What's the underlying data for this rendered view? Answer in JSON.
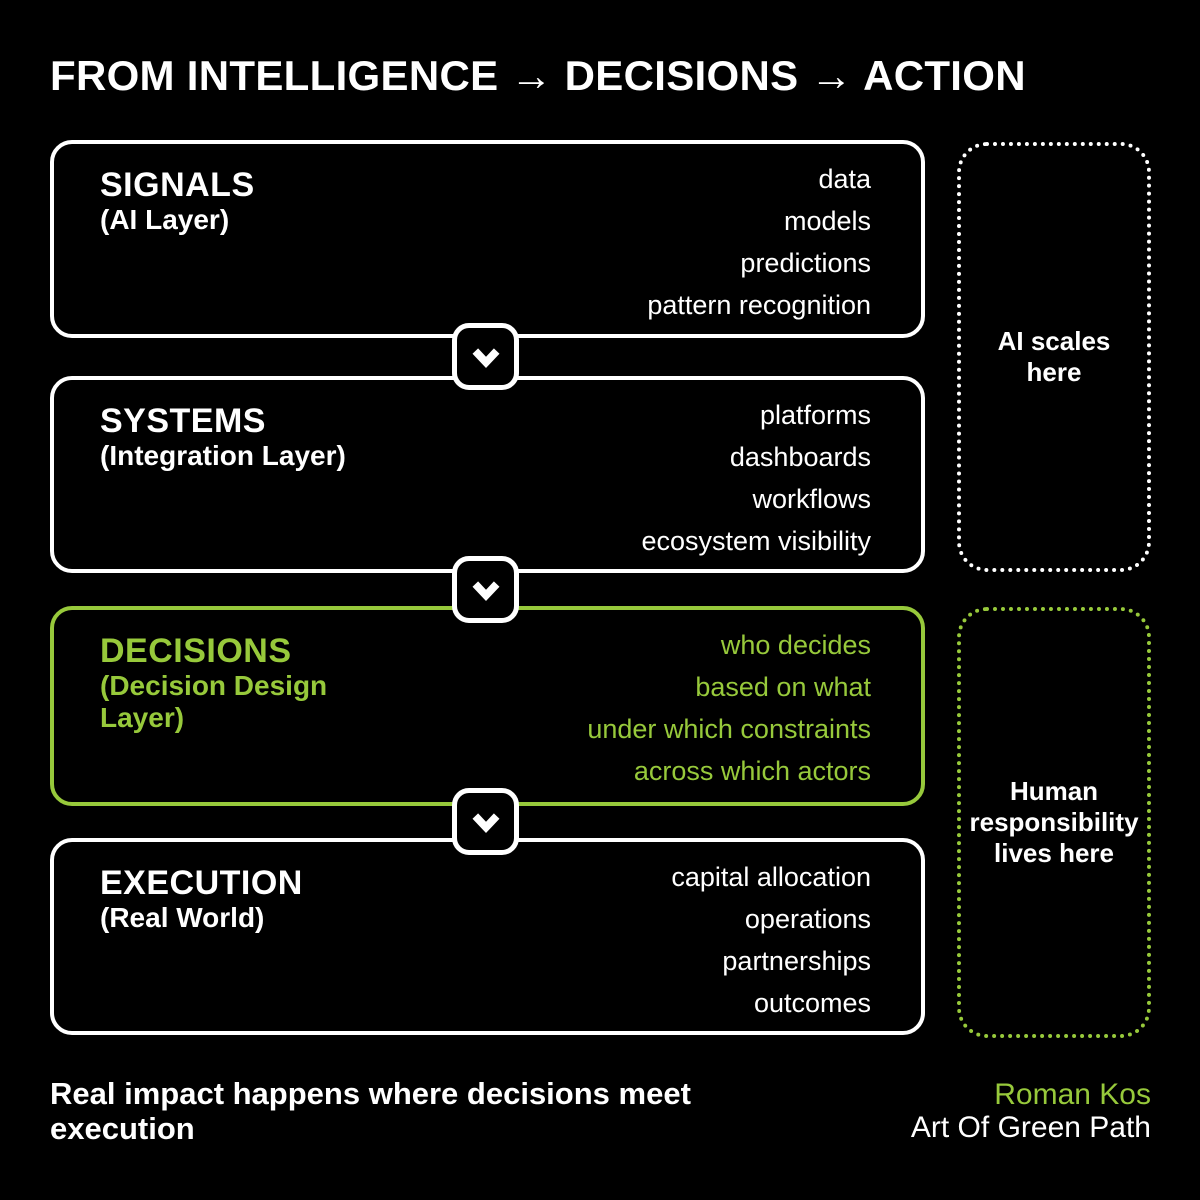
{
  "title": "FROM INTELLIGENCE → DECISIONS → ACTION",
  "layers": [
    {
      "name": "SIGNALS",
      "sublabel": "(AI Layer)",
      "items": [
        "data",
        "models",
        "predictions",
        "pattern recognition"
      ]
    },
    {
      "name": "SYSTEMS",
      "sublabel": "(Integration Layer)",
      "items": [
        "platforms",
        "dashboards",
        "workflows",
        "ecosystem visibility"
      ]
    },
    {
      "name": "DECISIONS",
      "sublabel": "(Decision Design Layer)",
      "items": [
        "who decides",
        "based on what",
        "under which constraints",
        "across which actors"
      ],
      "highlighted": true
    },
    {
      "name": "EXECUTION",
      "sublabel": "(Real World)",
      "items": [
        "capital allocation",
        "operations",
        "partnerships",
        "outcomes"
      ]
    }
  ],
  "side_notes": [
    {
      "text": "AI scales here",
      "border_color": "#ffffff"
    },
    {
      "text": "Human responsibility lives here",
      "border_color": "#97C93B"
    }
  ],
  "footer": {
    "tagline": "Real impact happens where decisions meet execution",
    "author": "Roman Kos",
    "brand": "Art Of Green Path"
  },
  "colors": {
    "background": "#000000",
    "foreground": "#ffffff",
    "accent_green": "#97C93B"
  }
}
